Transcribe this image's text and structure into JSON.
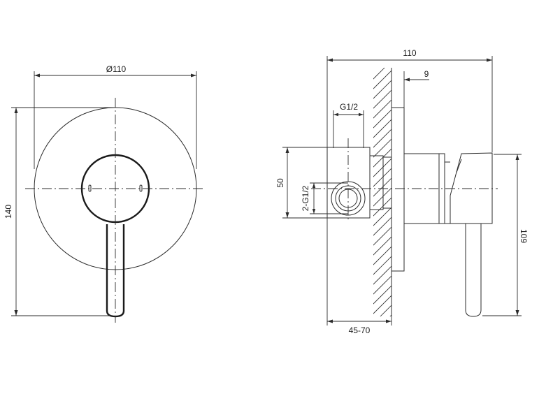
{
  "front_view": {
    "diameter_label": "Ø110",
    "height_label": "140"
  },
  "side_view": {
    "total_depth_label": "110",
    "plate_thickness_label": "9",
    "inlet_label": "G1/2",
    "body_height_label": "50",
    "outlet_label": "2-G1/2",
    "handle_drop_label": "109",
    "wall_depth_label": "45-70"
  }
}
